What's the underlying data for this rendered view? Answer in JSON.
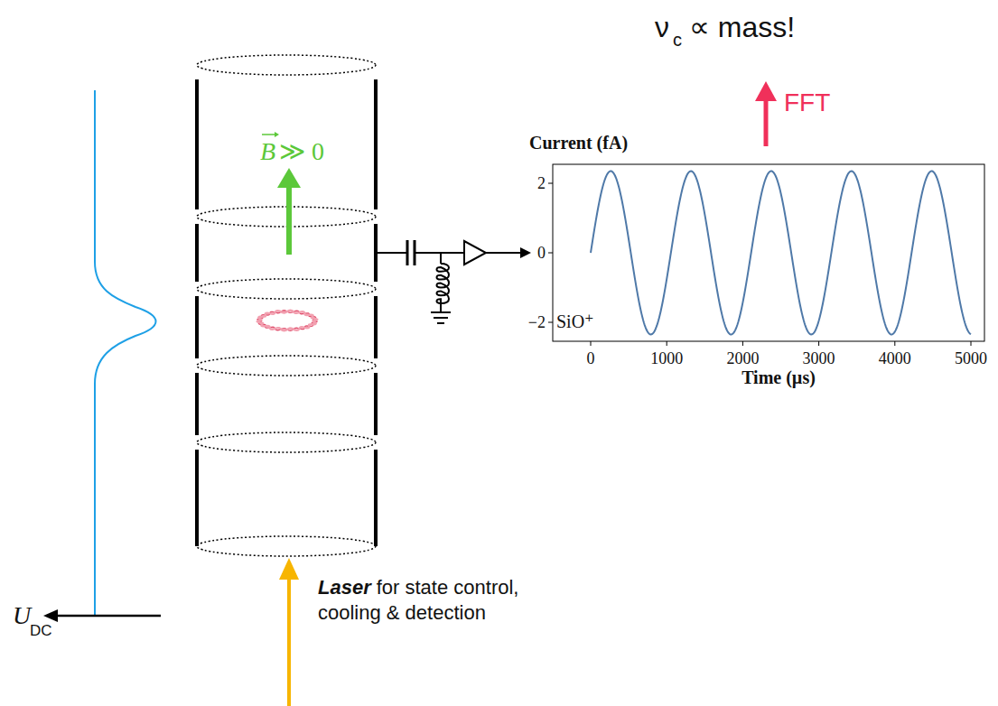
{
  "diagram": {
    "labels": [
      "ν",
      "c",
      "∝ mass!",
      "FFT",
      "Current (fA)",
      "2",
      "0",
      "−2",
      "0",
      "1000",
      "2000",
      "3000",
      "4000",
      "5000",
      "SiO⁺",
      "Time (µs)",
      "B",
      "≫ 0",
      "U",
      "DC",
      "Laser",
      "for state control,",
      "cooling & detection"
    ]
  }
}
